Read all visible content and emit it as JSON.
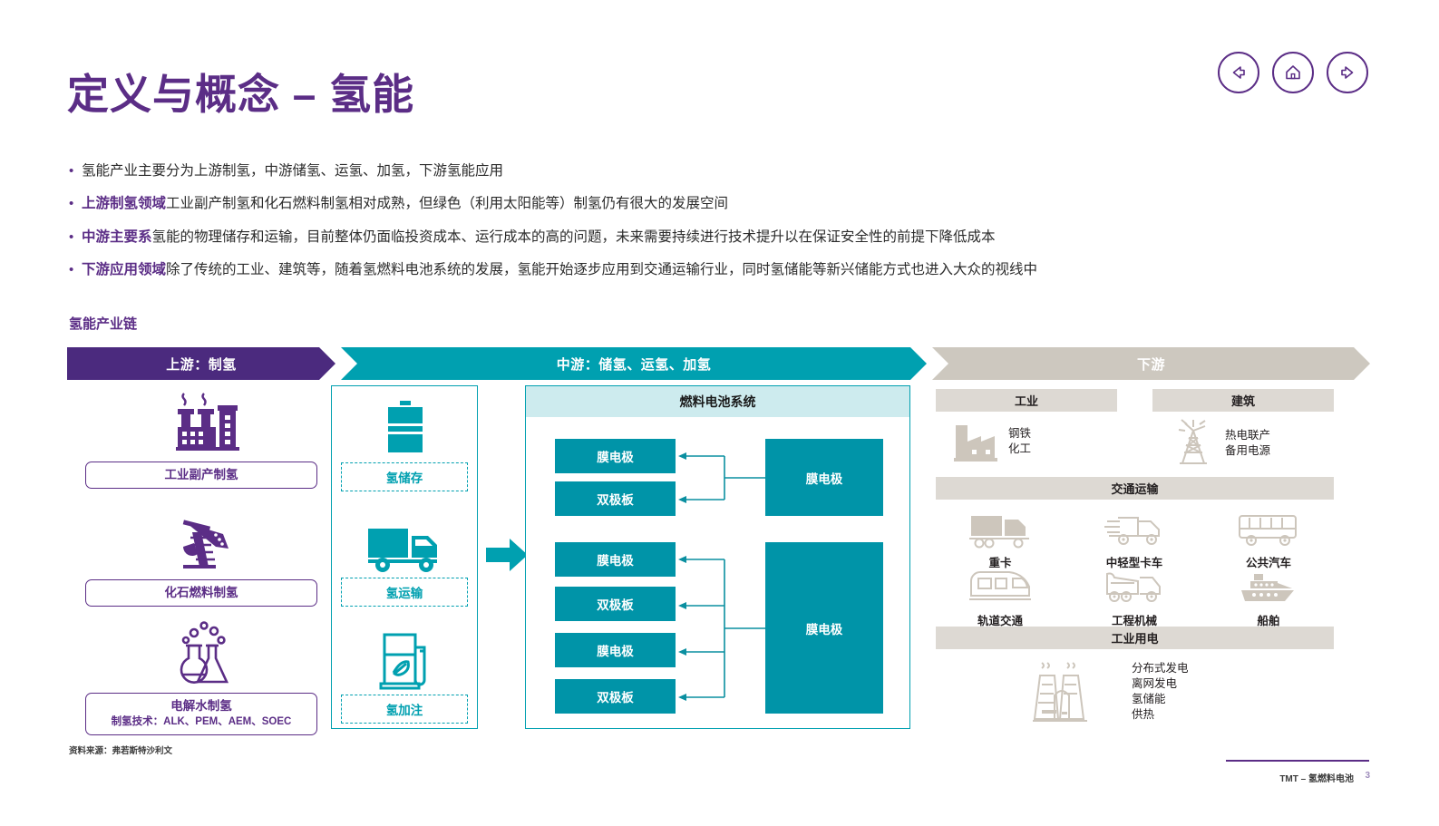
{
  "nav": {
    "back": "back-arrow",
    "home": "home",
    "forward": "forward-arrow"
  },
  "header": {
    "title": "定义与概念 – 氢能"
  },
  "bullets": [
    {
      "lead": "",
      "text": "氢能产业主要分为上游制氢，中游储氢、运氢、加氢，下游氢能应用"
    },
    {
      "lead": "上游制氢领域",
      "text": "工业副产制氢和化石燃料制氢相对成熟，但绿色（利用太阳能等）制氢仍有很大的发展空间"
    },
    {
      "lead": "中游主要系",
      "text": "氢能的物理储存和运输，目前整体仍面临投资成本、运行成本的高的问题，未来需要持续进行技术提升以在保证安全性的前提下降低成本"
    },
    {
      "lead": "下游应用领域",
      "text": "除了传统的工业、建筑等，随着氢燃料电池系统的发展，氢能开始逐步应用到交通运输行业，同时氢储能等新兴储能方式也进入大众的视线中"
    }
  ],
  "section": {
    "title": "氢能产业链"
  },
  "chart_data": {
    "type": "diagram",
    "title": "氢能产业链",
    "stages": [
      {
        "key": "upstream",
        "label": "上游：制氢",
        "color": "#4b2a7e"
      },
      {
        "key": "midstream",
        "label": "中游：储氢、运氢、加氢",
        "color": "#00a0b0"
      },
      {
        "key": "downstream",
        "label": "下游",
        "color": "#cdc8bf"
      }
    ],
    "upstream_items": [
      {
        "icon": "factory-icon",
        "label": "工业副产制氢",
        "sub": ""
      },
      {
        "icon": "oil-pump-icon",
        "label": "化石燃料制氢",
        "sub": ""
      },
      {
        "icon": "flask-icon",
        "label": "电解水制氢",
        "sub": "制氢技术：ALK、PEM、AEM、SOEC"
      }
    ],
    "midstream_items": [
      {
        "icon": "barrel-icon",
        "label": "氢储存"
      },
      {
        "icon": "truck-icon",
        "label": "氢运输"
      },
      {
        "icon": "fuel-pump-icon",
        "label": "氢加注"
      }
    ],
    "fuel_cell": {
      "title": "燃料电池系统",
      "group_a_left": [
        "膜电极",
        "双极板"
      ],
      "group_a_right": "膜电极",
      "group_b_left": [
        "膜电极",
        "双极板",
        "膜电极",
        "双极板"
      ],
      "group_b_right": "膜电极"
    },
    "downstream": {
      "industry": {
        "band": "工业",
        "icon": "factory-icon",
        "lines": [
          "钢铁",
          "化工"
        ]
      },
      "building": {
        "band": "建筑",
        "icon": "power-tower-icon",
        "lines": [
          "热电联产",
          "备用电源"
        ]
      },
      "transport": {
        "band": "交通运输",
        "items": [
          {
            "icon": "heavy-truck-icon",
            "label": "重卡"
          },
          {
            "icon": "light-truck-icon",
            "label": "中轻型卡车"
          },
          {
            "icon": "bus-icon",
            "label": "公共汽车"
          },
          {
            "icon": "train-icon",
            "label": "轨道交通"
          },
          {
            "icon": "crane-truck-icon",
            "label": "工程机械"
          },
          {
            "icon": "ship-icon",
            "label": "船舶"
          }
        ]
      },
      "power": {
        "band": "工业用电",
        "icon": "power-plant-icon",
        "lines": [
          "分布式发电",
          "离网发电",
          "氢储能",
          "供热"
        ]
      }
    },
    "colors": {
      "purple": "#5b2d86",
      "purple_dark": "#4b2a7e",
      "teal": "#00a0b0",
      "teal_fill": "#0094a8",
      "teal_light": "#cdebee",
      "taupe": "#cdc8bf",
      "taupe_light": "#ddd9d3",
      "taupe_icon": "#cdc6bc"
    }
  },
  "footer": {
    "source": "资料来源：弗若斯特沙利文",
    "label": "TMT – 氢燃料电池",
    "page": "3"
  }
}
